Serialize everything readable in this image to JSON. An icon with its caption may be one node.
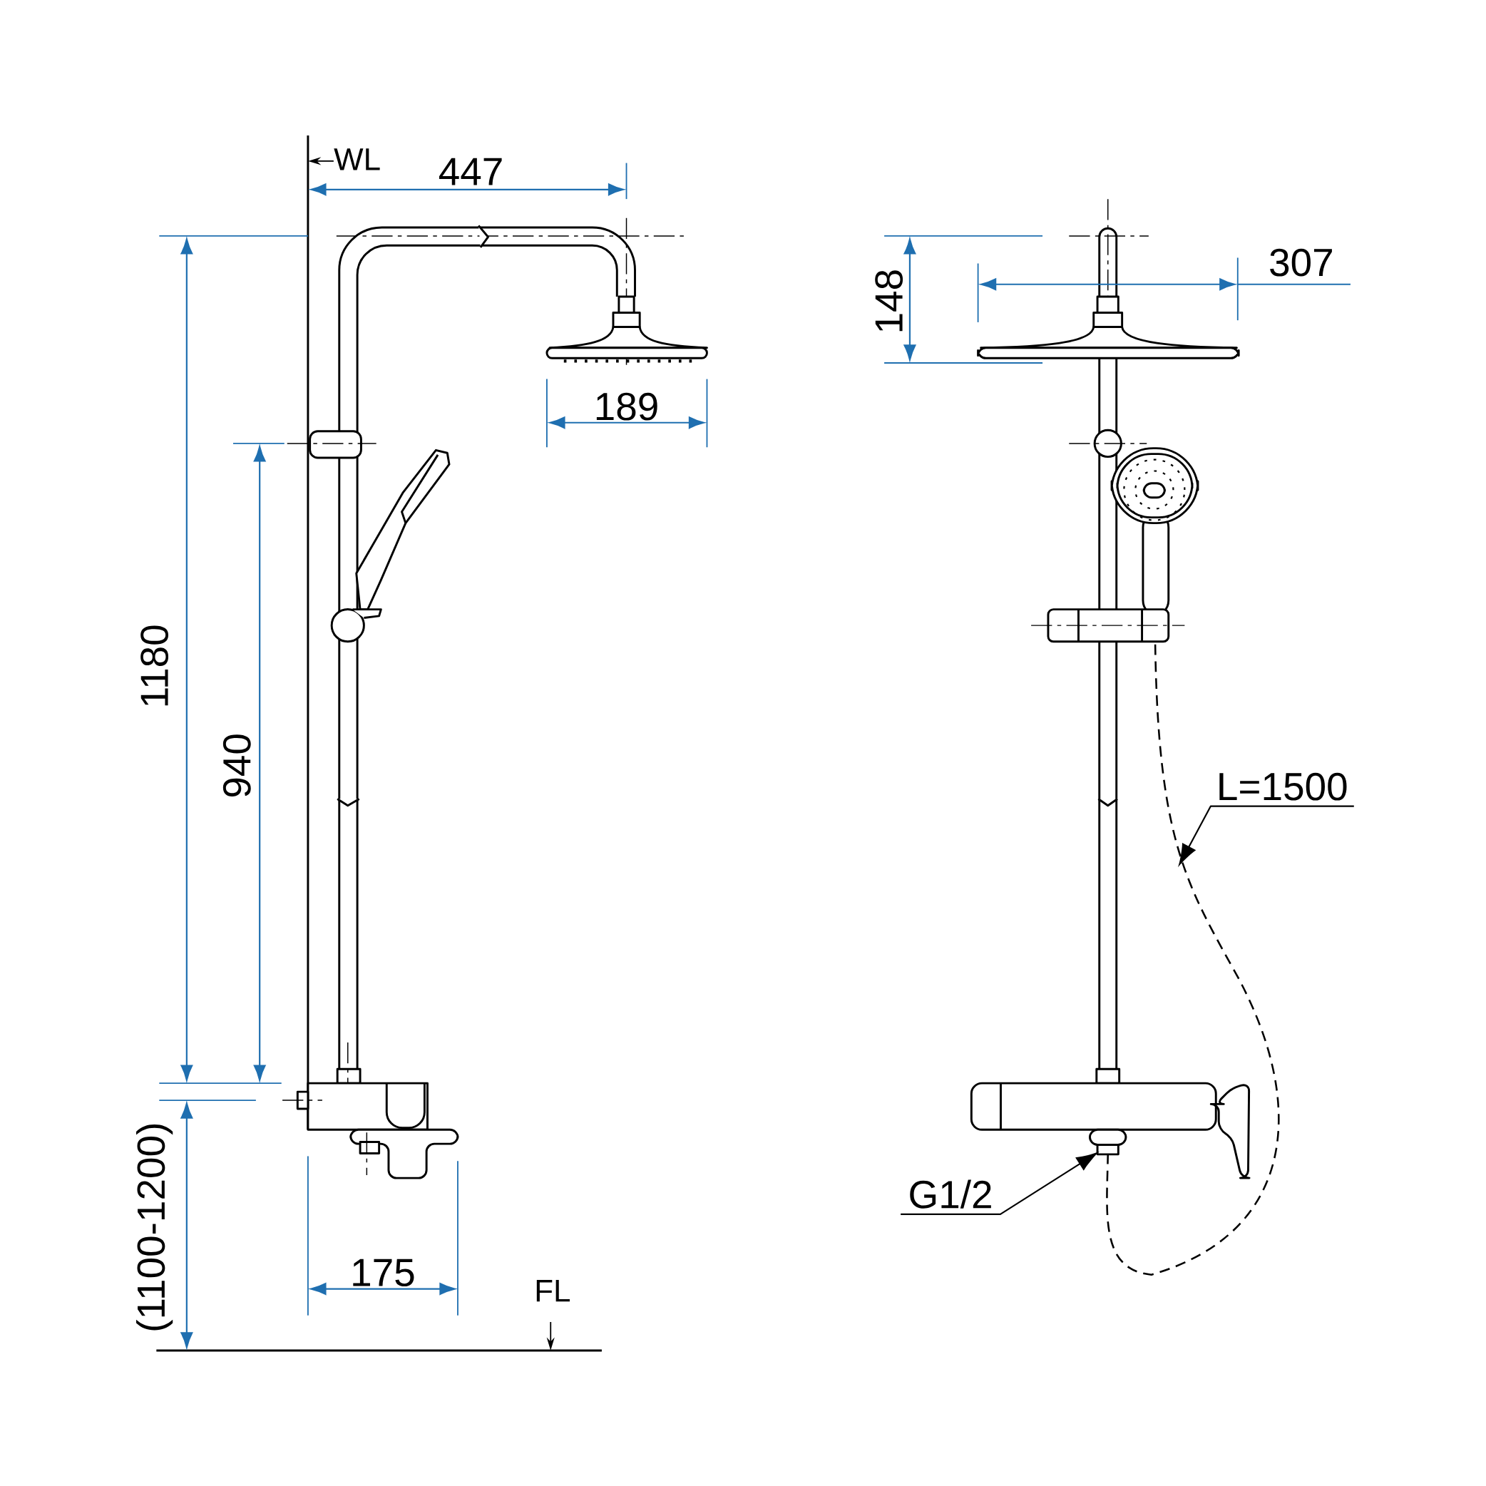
{
  "diagram": {
    "nodes": [
      {
        "text": [
          "L=1500"
        ]
      },
      {
        "text": [
          "G1/2"
        ]
      }
    ],
    "edges": [
      {
        "from": 0,
        "to": null,
        "arrow": "to"
      },
      {
        "from": 1,
        "to": null,
        "arrow": "to"
      }
    ],
    "labels": [
      "WL",
      "447",
      "307",
      "148",
      "189",
      "1180",
      "940",
      "(1100-1200)",
      "175",
      "FL"
    ]
  }
}
